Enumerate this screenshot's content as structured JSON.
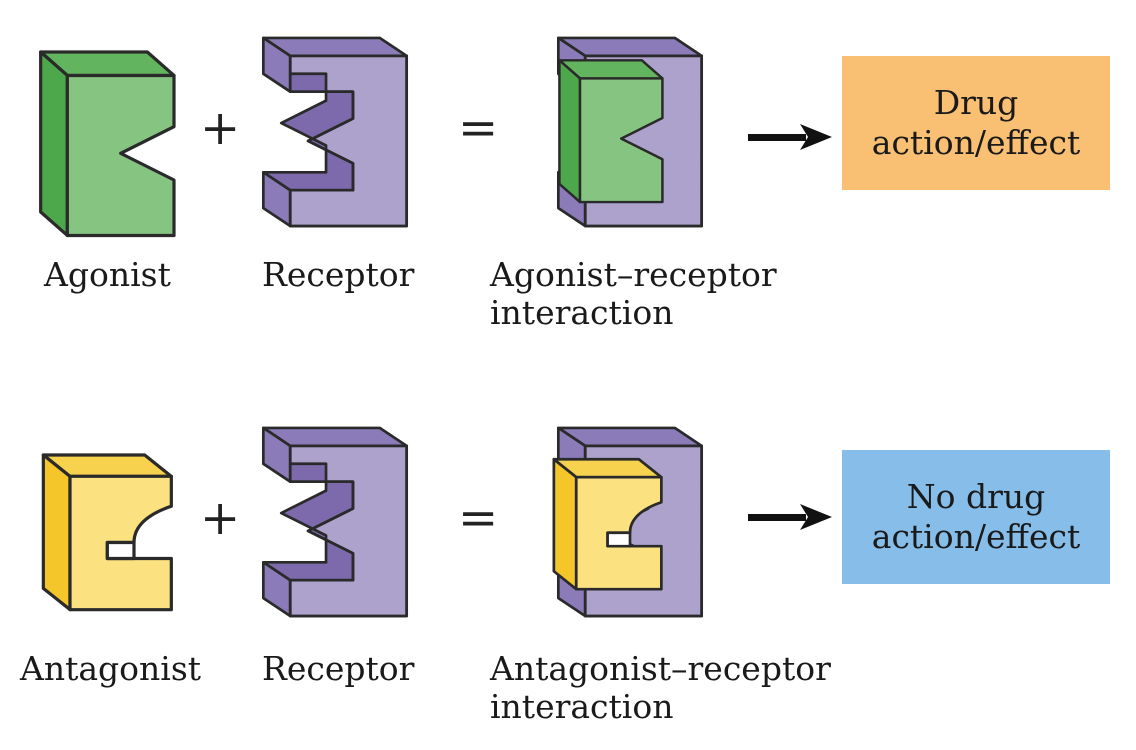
{
  "colors": {
    "agonist_front": "#86c581",
    "agonist_side": "#4da84b",
    "agonist_top": "#63b45f",
    "antagonist_front": "#fbe17f",
    "antagonist_side": "#f4c62a",
    "antagonist_top": "#f6d24e",
    "receptor_front": "#aca2cc",
    "receptor_side": "#7c6aad",
    "receptor_top": "#8b7bb8",
    "effect_box": "#f9bf72",
    "no_effect_box": "#86bde9",
    "outline": "#2a2a2a"
  },
  "symbols": {
    "plus": "+",
    "equals": "="
  },
  "row_agonist": {
    "labels": {
      "agonist": "Agonist",
      "receptor": "Receptor",
      "complex_line1": "Agonist–receptor",
      "complex_line2": "interaction"
    },
    "result_box": {
      "line1": "Drug",
      "line2": "action/effect"
    }
  },
  "row_antagonist": {
    "labels": {
      "antagonist": "Antagonist",
      "receptor": "Receptor",
      "complex_line1": "Antagonist–receptor",
      "complex_line2": "interaction"
    },
    "result_box": {
      "line1": "No drug",
      "line2": "action/effect"
    }
  }
}
